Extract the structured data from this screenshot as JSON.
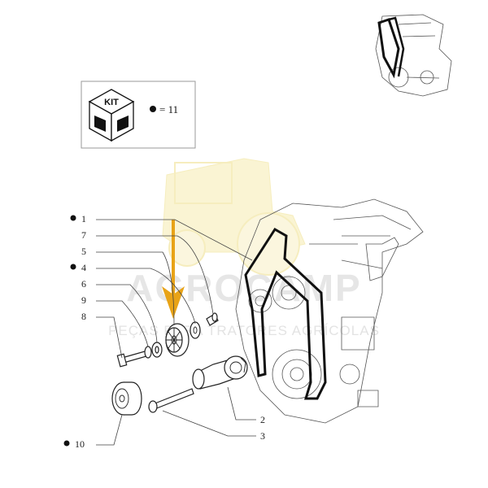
{
  "kit_box": {
    "title": "KIT",
    "equals_text": "= 11"
  },
  "watermark": {
    "brand": "AGROCAMP",
    "tagline": "PEÇAS PARA TRATORES AGRÍCOLAS"
  },
  "callouts": [
    {
      "id": "1",
      "label": "1",
      "kit_marker": true
    },
    {
      "id": "7",
      "label": "7",
      "kit_marker": false
    },
    {
      "id": "5",
      "label": "5",
      "kit_marker": false
    },
    {
      "id": "4",
      "label": "4",
      "kit_marker": true
    },
    {
      "id": "6",
      "label": "6",
      "kit_marker": false
    },
    {
      "id": "9",
      "label": "9",
      "kit_marker": false
    },
    {
      "id": "8",
      "label": "8",
      "kit_marker": false
    },
    {
      "id": "10",
      "label": "10",
      "kit_marker": true
    },
    {
      "id": "2",
      "label": "2",
      "kit_marker": false
    },
    {
      "id": "3",
      "label": "3",
      "kit_marker": false
    }
  ],
  "colors": {
    "arrow": "#e8a317",
    "line": "#444444",
    "watermark": "#e6e6e6",
    "watermark_tractor": "#f3e7a0"
  }
}
